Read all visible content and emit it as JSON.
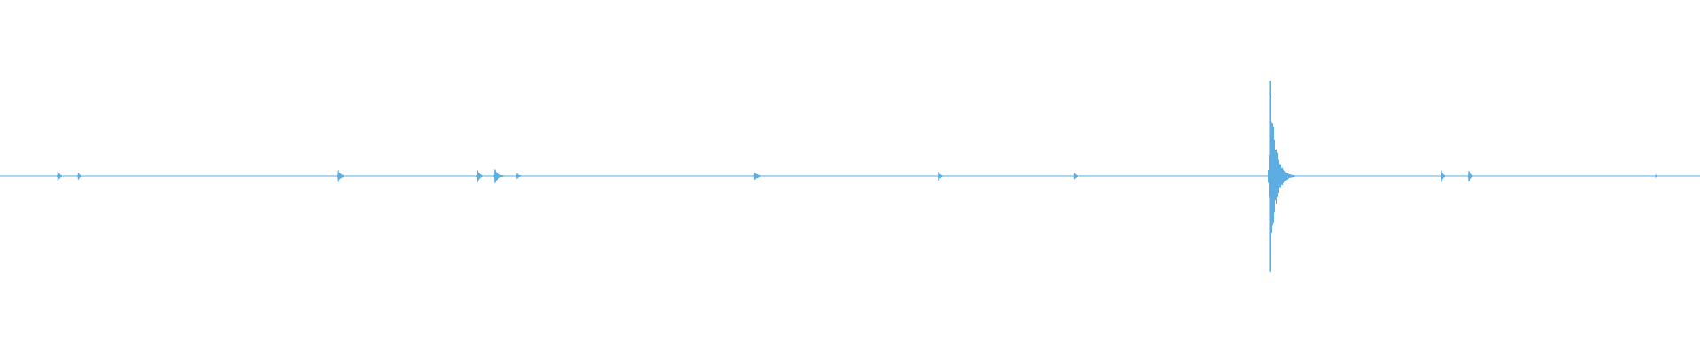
{
  "colors": {
    "waveform": "#5dade2",
    "background": "#ffffff"
  },
  "chart_data": {
    "type": "line",
    "title": "",
    "xlabel": "",
    "ylabel": "",
    "grid": false,
    "axes_visible": false,
    "xlim": [
      0,
      1
    ],
    "ylim": [
      -1,
      1
    ],
    "baseline_noise": 0.004,
    "transients": [
      {
        "t": 0.034,
        "amp": 0.05,
        "decay": 0.0012
      },
      {
        "t": 0.046,
        "amp": 0.035,
        "decay": 0.001
      },
      {
        "t": 0.199,
        "amp": 0.06,
        "decay": 0.0015
      },
      {
        "t": 0.281,
        "amp": 0.06,
        "decay": 0.0012
      },
      {
        "t": 0.291,
        "amp": 0.07,
        "decay": 0.002
      },
      {
        "t": 0.304,
        "amp": 0.025,
        "decay": 0.0015
      },
      {
        "t": 0.444,
        "amp": 0.035,
        "decay": 0.002
      },
      {
        "t": 0.552,
        "amp": 0.045,
        "decay": 0.0012
      },
      {
        "t": 0.632,
        "amp": 0.03,
        "decay": 0.0012
      },
      {
        "t": 0.747,
        "amp": 0.98,
        "decay": 0.003
      },
      {
        "t": 0.848,
        "amp": 0.06,
        "decay": 0.0008
      },
      {
        "t": 0.864,
        "amp": 0.055,
        "decay": 0.001
      },
      {
        "t": 0.974,
        "amp": 0.015,
        "decay": 0.0008
      }
    ]
  }
}
